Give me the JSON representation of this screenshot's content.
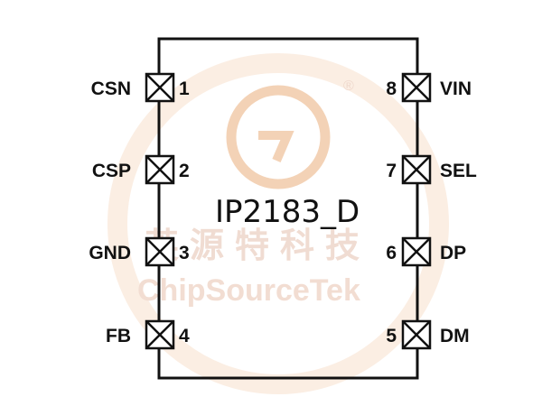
{
  "chip": {
    "label": "IP2183_D",
    "left_pins": [
      {
        "number": "1",
        "name": "CSN"
      },
      {
        "number": "2",
        "name": "CSP"
      },
      {
        "number": "3",
        "name": "GND"
      },
      {
        "number": "4",
        "name": "FB"
      }
    ],
    "right_pins": [
      {
        "number": "8",
        "name": "VIN"
      },
      {
        "number": "7",
        "name": "SEL"
      },
      {
        "number": "6",
        "name": "DP"
      },
      {
        "number": "5",
        "name": "DM"
      }
    ]
  },
  "watermark": {
    "text_cn": "英源特科技",
    "text_en": "ChipSourceTek",
    "registered": "®",
    "color": "#f6d9c2"
  },
  "colors": {
    "outline": "#111111",
    "background": "#ffffff"
  }
}
